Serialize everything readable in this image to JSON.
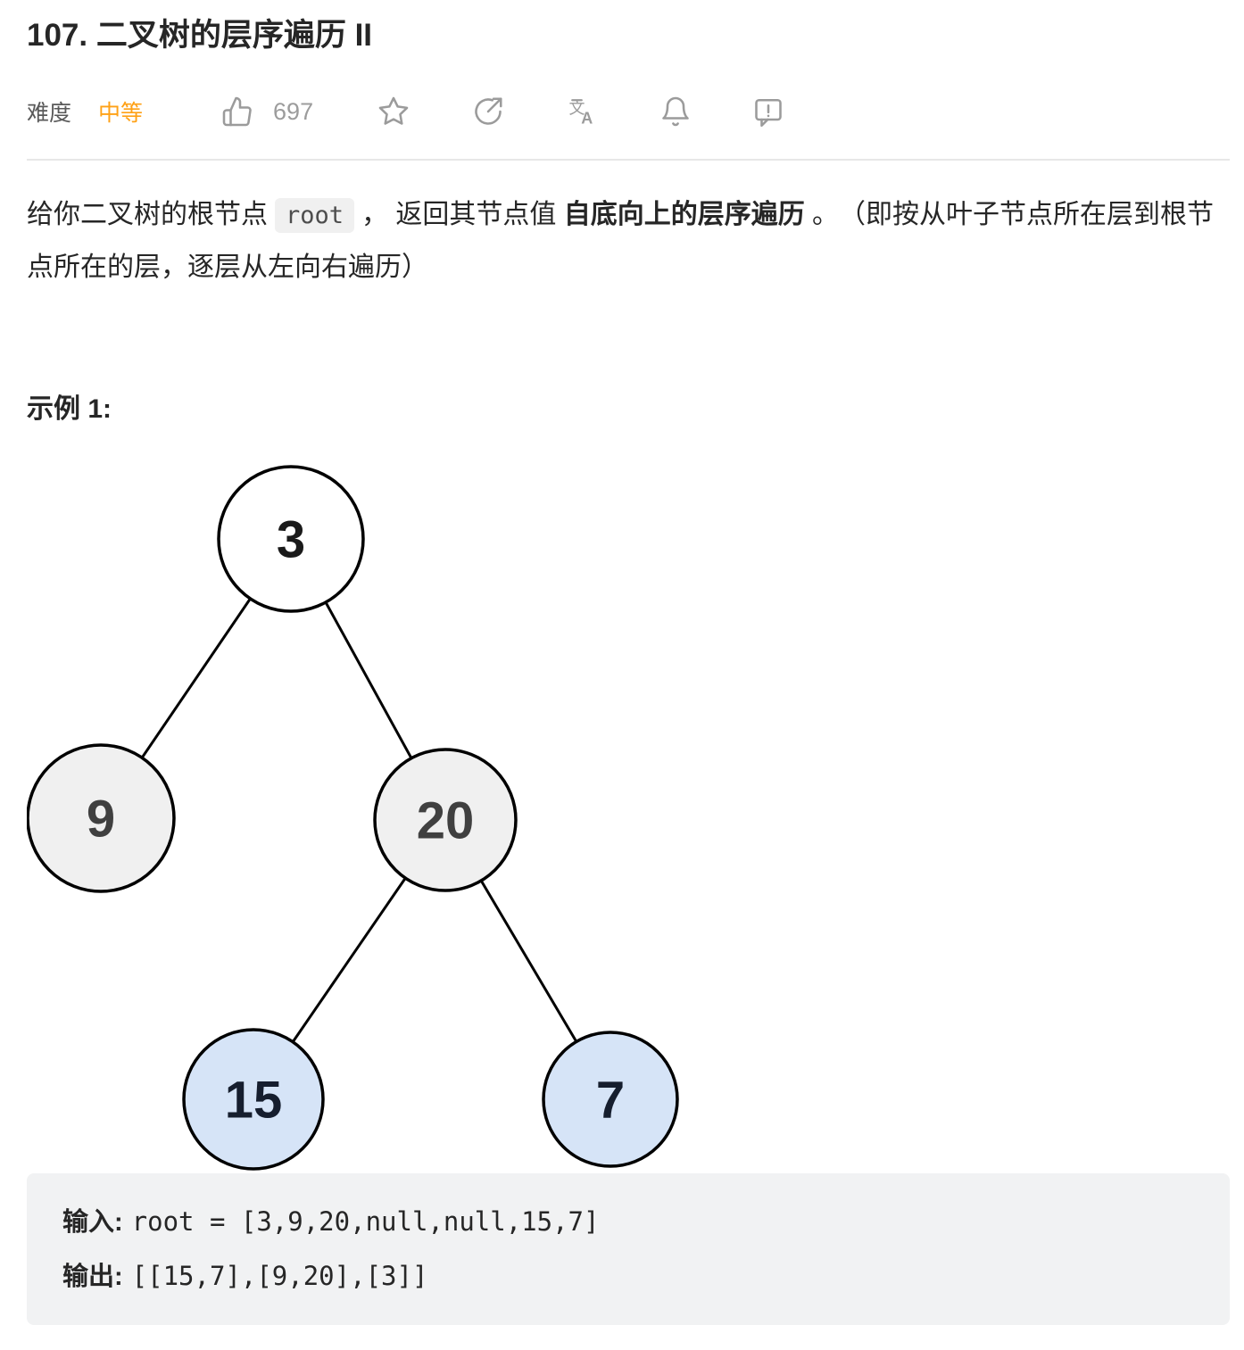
{
  "header": {
    "title": "107. 二叉树的层序遍历 II",
    "difficulty_label": "难度",
    "difficulty_value": "中等",
    "difficulty_color": "#ffa116",
    "like_count": "697",
    "icons": [
      "thumbs-up-icon",
      "star-icon",
      "share-icon",
      "translate-icon",
      "bell-icon",
      "feedback-icon"
    ],
    "icon_color": "#9b9b9b"
  },
  "description": {
    "part1": "给你二叉树的根节点",
    "code": "root",
    "part2": "， 返回其节点值 ",
    "bold": "自底向上的层序遍历",
    "part3": " 。　（即按从叶子节点所在层到根节点所在的层，逐层从左向右遍历）"
  },
  "example": {
    "heading": "示例 1:",
    "input_label": "输入:",
    "input_value": "root = [3,9,20,null,null,15,7]",
    "output_label": "输出:",
    "output_value": "[[15,7],[9,20],[3]]"
  },
  "tree": {
    "nodes": [
      {
        "label": "3",
        "fill": "#ffffff",
        "text_color": "#1a1a1a"
      },
      {
        "label": "9",
        "fill": "#f0f0f0",
        "text_color": "#404040"
      },
      {
        "label": "20",
        "fill": "#f0f0f0",
        "text_color": "#404040"
      },
      {
        "label": "15",
        "fill": "#d6e4f7",
        "text_color": "#161e2e"
      },
      {
        "label": "7",
        "fill": "#d6e4f7",
        "text_color": "#161e2e"
      }
    ],
    "edges": [
      [
        "3",
        "9"
      ],
      [
        "3",
        "20"
      ],
      [
        "20",
        "15"
      ],
      [
        "20",
        "7"
      ]
    ]
  }
}
